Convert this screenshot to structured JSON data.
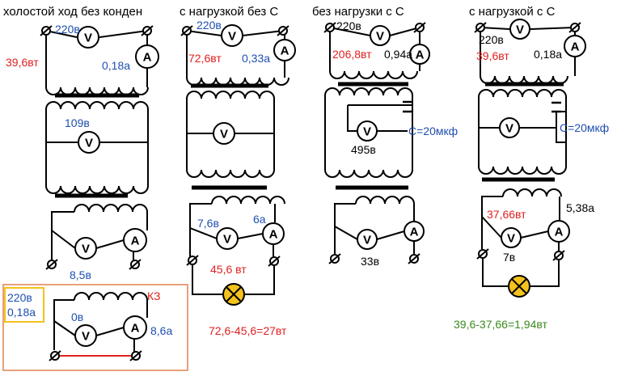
{
  "colors": {
    "black": "#000000",
    "blue": "#1f4fb0",
    "red": "#e02020",
    "green": "#3c8a1e",
    "kz_border": "#e9a07c",
    "kz_inner_border": "#f3c21c",
    "kz_short": "#e02020",
    "lamp_fill": "#f3c21c"
  },
  "meter_symbols": {
    "voltmeter": "V",
    "ammeter": "A"
  },
  "titles": {
    "col1": "холостой ход без конден",
    "col2": "с нагрузкой без С",
    "col3": "без  нагрузки с С",
    "col4": "с нагрузкой с С"
  },
  "col1": {
    "v_in": "220в",
    "p_in": "39,6вт",
    "i_in": "0,18а",
    "v_mid": "109в",
    "v_out": "8,5в"
  },
  "col2": {
    "v_in": "220в",
    "p_in": "72,6вт",
    "i_in": "0,33а",
    "v_out": "7,6в",
    "i_out": "6а",
    "p_out": "45,6 вт",
    "calc": "72,6-45,6=27вт"
  },
  "col3": {
    "v_in": "220в",
    "p_in": "206,8вт",
    "i_in": "0,94а",
    "v_mid": "495в",
    "cap": "С=20мкф",
    "v_out": "33в"
  },
  "col4": {
    "v_in": "220в",
    "p_in": "39,6вт",
    "i_in": "0,18а",
    "cap": "С=20мкф",
    "p_out": "37,66вт",
    "i_out": "5,38а",
    "v_out": "7в",
    "calc": "39,6-37,66=1,94вт"
  },
  "kz": {
    "v_in": "220в",
    "i_in": "0,18а",
    "label": "КЗ",
    "v_out": "0в",
    "i_out": "8,6а"
  }
}
